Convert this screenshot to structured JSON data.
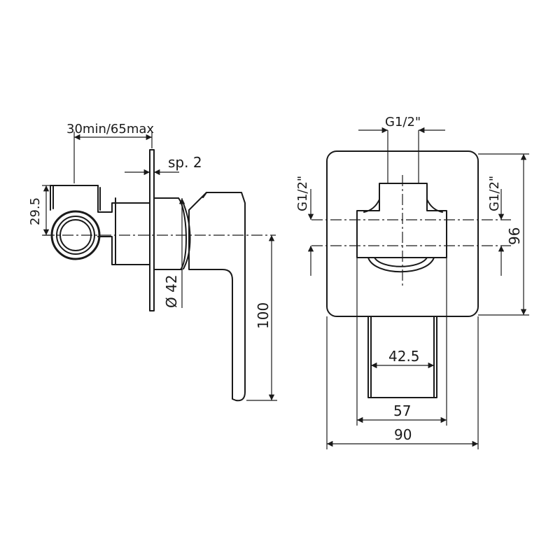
{
  "side_view": {
    "depth_label": "30min/65max",
    "plate_label": "sp. 2",
    "inlet_height_label": "29.5",
    "diameter_label": "Ø 42",
    "lever_length_label": "100"
  },
  "front_view": {
    "top_thread_label": "G1/2\"",
    "left_thread_label": "G1/2\"",
    "right_thread_label": "G1/2\"",
    "height_label": "96",
    "lever_inner_label": "42.5",
    "body_width_label": "57",
    "plate_width_label": "90"
  }
}
